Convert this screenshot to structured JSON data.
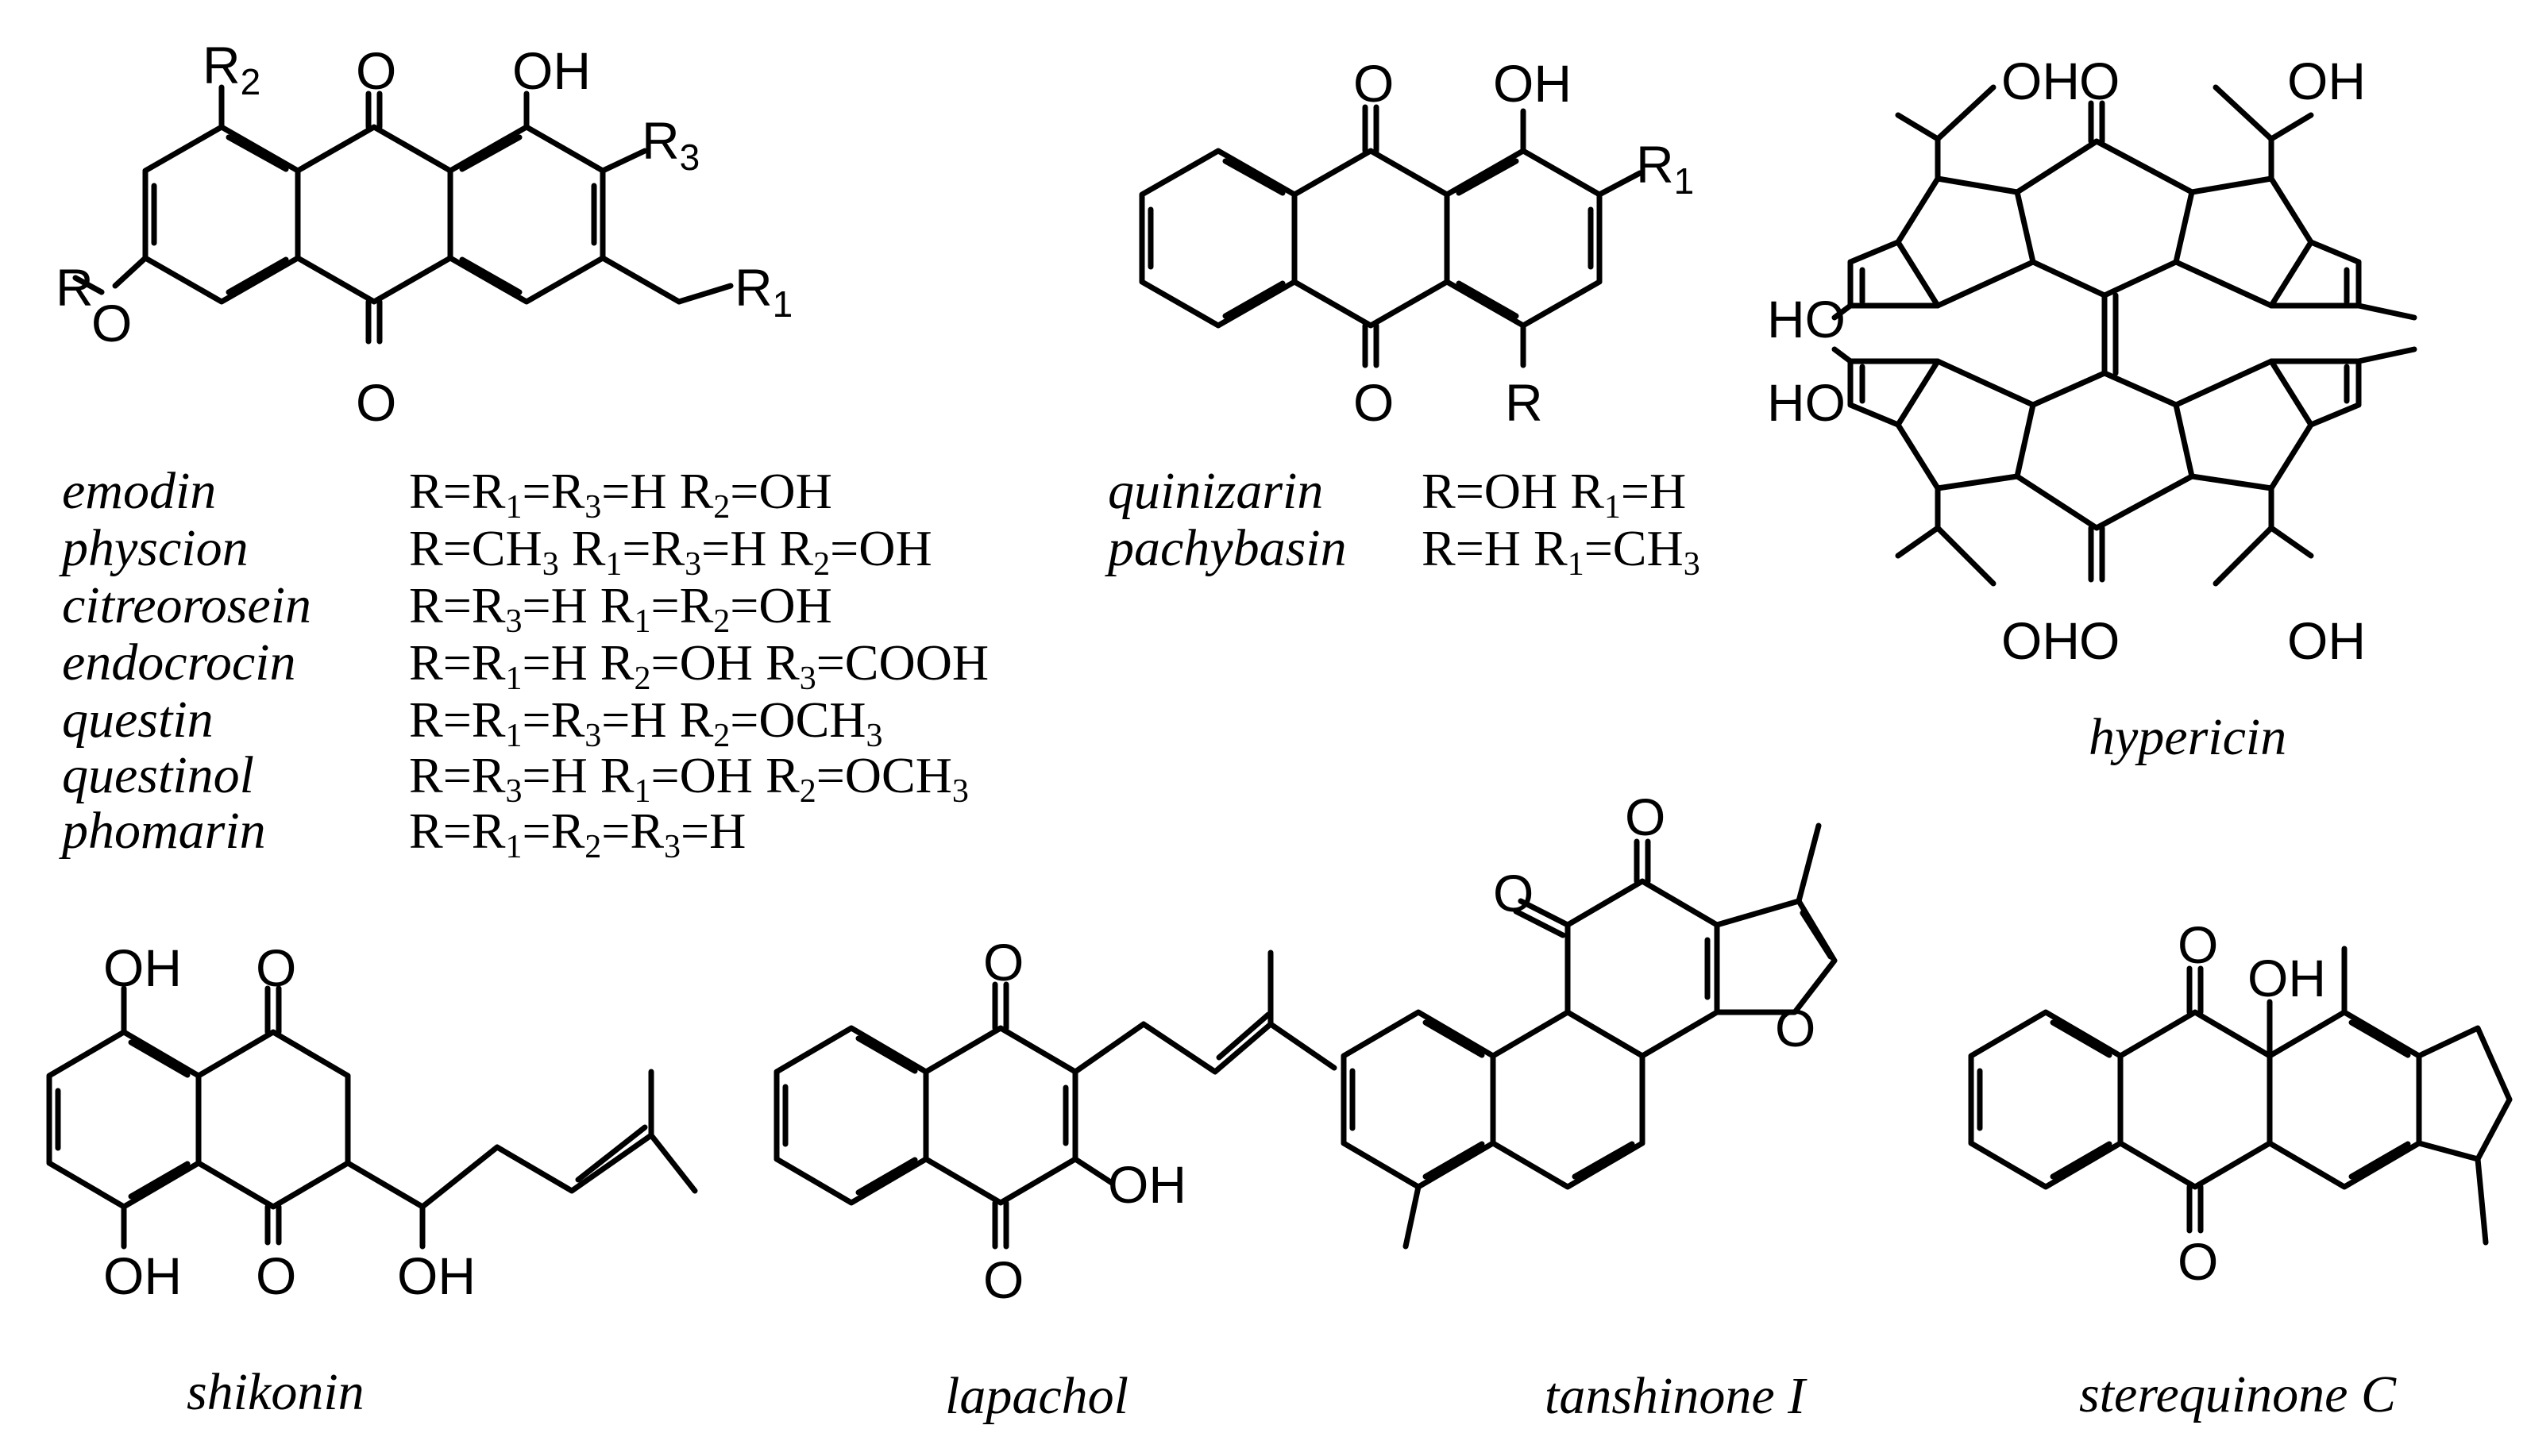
{
  "figure": {
    "anthraquinone_general": {
      "atoms": {
        "o_top": "O",
        "oh_top": "OH",
        "r2": "R",
        "r2_sub": "2",
        "r3": "R",
        "r3_sub": "3",
        "r_o": "R",
        "o_ether": "O",
        "r1": "R",
        "r1_sub": "1",
        "o_bottom": "O"
      },
      "compounds": [
        {
          "name": "emodin",
          "def": [
            [
              "R=R",
              ""
            ],
            [
              "1",
              "s"
            ],
            [
              "=R",
              ""
            ],
            [
              "3",
              "s"
            ],
            [
              "=H R",
              ""
            ],
            [
              "2",
              "s"
            ],
            [
              "=OH",
              ""
            ]
          ]
        },
        {
          "name": "physcion",
          "def": [
            [
              "R=CH",
              ""
            ],
            [
              "3",
              "s"
            ],
            [
              " R",
              ""
            ],
            [
              "1",
              "s"
            ],
            [
              "=R",
              ""
            ],
            [
              "3",
              "s"
            ],
            [
              "=H R",
              ""
            ],
            [
              "2",
              "s"
            ],
            [
              "=OH",
              ""
            ]
          ]
        },
        {
          "name": "citreorosein",
          "def": [
            [
              "R=R",
              ""
            ],
            [
              "3",
              "s"
            ],
            [
              "=H R",
              ""
            ],
            [
              "1",
              "s"
            ],
            [
              "=R",
              ""
            ],
            [
              "2",
              "s"
            ],
            [
              "=OH",
              ""
            ]
          ]
        },
        {
          "name": "endocrocin",
          "def": [
            [
              "R=R",
              ""
            ],
            [
              "1",
              "s"
            ],
            [
              "=H R",
              ""
            ],
            [
              "2",
              "s"
            ],
            [
              "=OH R",
              ""
            ],
            [
              "3",
              "s"
            ],
            [
              "=COOH",
              ""
            ]
          ]
        },
        {
          "name": "questin",
          "def": [
            [
              "R=R",
              ""
            ],
            [
              "1",
              "s"
            ],
            [
              "=R",
              ""
            ],
            [
              "3",
              "s"
            ],
            [
              "=H R",
              ""
            ],
            [
              "2",
              "s"
            ],
            [
              "=OCH",
              ""
            ],
            [
              "3",
              "s"
            ]
          ]
        },
        {
          "name": "questinol",
          "def": [
            [
              "R=R",
              ""
            ],
            [
              "3",
              "s"
            ],
            [
              "=H R",
              ""
            ],
            [
              "1",
              "s"
            ],
            [
              "=OH R",
              ""
            ],
            [
              "2",
              "s"
            ],
            [
              "=OCH",
              ""
            ],
            [
              "3",
              "s"
            ]
          ]
        },
        {
          "name": "phomarin",
          "def": [
            [
              "R=R",
              ""
            ],
            [
              "1",
              "s"
            ],
            [
              "=R",
              ""
            ],
            [
              "2",
              "s"
            ],
            [
              "=R",
              ""
            ],
            [
              "3",
              "s"
            ],
            [
              "=H",
              ""
            ]
          ]
        }
      ]
    },
    "quinizarin_general": {
      "atoms": {
        "o_top": "O",
        "oh": "OH",
        "r1": "R",
        "r1_sub": "1",
        "o_bottom": "O",
        "r": "R"
      },
      "compounds": [
        {
          "name": "quinizarin",
          "def": [
            [
              "R=OH R",
              ""
            ],
            [
              "1",
              "s"
            ],
            [
              "=H",
              ""
            ]
          ]
        },
        {
          "name": "pachybasin",
          "def": [
            [
              "R=H R",
              ""
            ],
            [
              "1",
              "s"
            ],
            [
              "=CH",
              ""
            ],
            [
              "3",
              "s"
            ]
          ]
        }
      ]
    },
    "hypericin": {
      "name": "hypericin",
      "atoms": {
        "oh_tl": "OH",
        "o_t": "O",
        "oh_tr": "OH",
        "ho_l1": "HO",
        "ho_l2": "HO",
        "oh_bl": "OH",
        "o_b": "O",
        "oh_br": "OH"
      }
    },
    "shikonin": {
      "name": "shikonin",
      "atoms": {
        "oh_tl": "OH",
        "o_t": "O",
        "oh_bl": "OH",
        "o_b": "O",
        "oh_side": "OH"
      }
    },
    "lapachol": {
      "name": "lapachol",
      "atoms": {
        "o_t": "O",
        "oh": "OH",
        "o_b": "O"
      }
    },
    "tanshinone": {
      "name": "tanshinone I",
      "atoms": {
        "o_left": "O",
        "o_top": "O",
        "o_furan": "O"
      }
    },
    "sterequinone": {
      "name": "sterequinone C",
      "atoms": {
        "o_t": "O",
        "oh": "OH",
        "o_b": "O"
      }
    }
  }
}
